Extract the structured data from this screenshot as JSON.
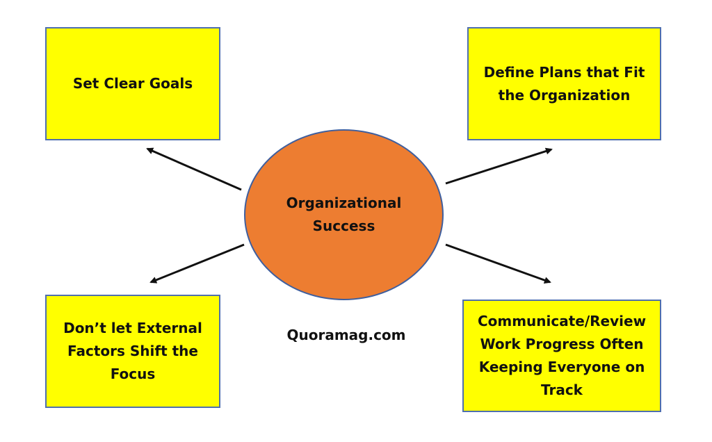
{
  "center": {
    "label_line1": "Organizational",
    "label_line2": "Success"
  },
  "boxes": [
    {
      "label": "Set Clear Goals"
    },
    {
      "label": "Define Plans that Fit the Organization"
    },
    {
      "label": "Don’t let External Factors Shift the Focus"
    },
    {
      "label": "Communicate/Review Work Progress Often Keeping Everyone on Track"
    }
  ],
  "watermark": "Quoramag.com",
  "colors": {
    "box_fill": "#ffff00",
    "circle_fill": "#ed7d31",
    "border": "#4f6fae",
    "arrow": "#111111"
  }
}
